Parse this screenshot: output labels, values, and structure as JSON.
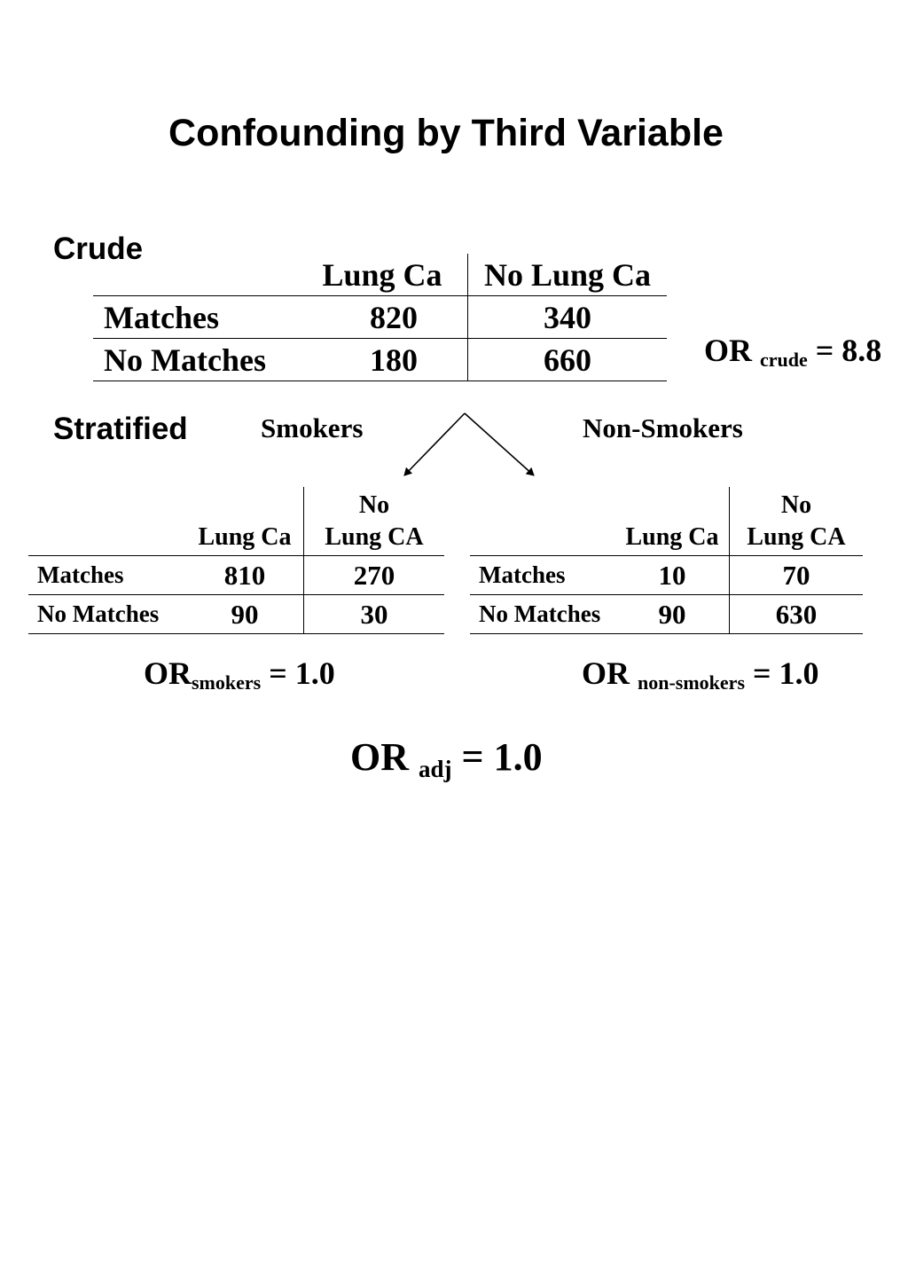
{
  "title": "Confounding by Third Variable",
  "crude": {
    "section_label": "Crude",
    "columns": [
      "Lung Ca",
      "No Lung Ca"
    ],
    "rows": [
      {
        "label": "Matches",
        "values": [
          "820",
          "340"
        ]
      },
      {
        "label": "No Matches",
        "values": [
          "180",
          "660"
        ]
      }
    ],
    "or": {
      "prefix": "OR",
      "subscript": "crude",
      "suffix": "= 8.8"
    }
  },
  "stratified": {
    "section_label": "Stratified",
    "smokers": {
      "label": "Smokers",
      "columns": [
        {
          "line1": "",
          "line2": "Lung Ca"
        },
        {
          "line1": "No",
          "line2": "Lung CA"
        }
      ],
      "rows": [
        {
          "label": "Matches",
          "values": [
            "810",
            "270"
          ]
        },
        {
          "label": "No Matches",
          "values": [
            "90",
            "30"
          ]
        }
      ],
      "or": {
        "prefix": "OR",
        "subscript": "smokers",
        "suffix": "= 1.0"
      }
    },
    "non_smokers": {
      "label": "Non-Smokers",
      "columns": [
        {
          "line1": "",
          "line2": "Lung Ca"
        },
        {
          "line1": "No",
          "line2": "Lung CA"
        }
      ],
      "rows": [
        {
          "label": "Matches",
          "values": [
            "10",
            "70"
          ]
        },
        {
          "label": "No Matches",
          "values": [
            "90",
            "630"
          ]
        }
      ],
      "or": {
        "prefix": "OR",
        "subscript": "non-smokers",
        "suffix": "= 1.0"
      }
    }
  },
  "adjusted": {
    "prefix": "OR",
    "subscript": "adj",
    "suffix": "= 1.0"
  }
}
